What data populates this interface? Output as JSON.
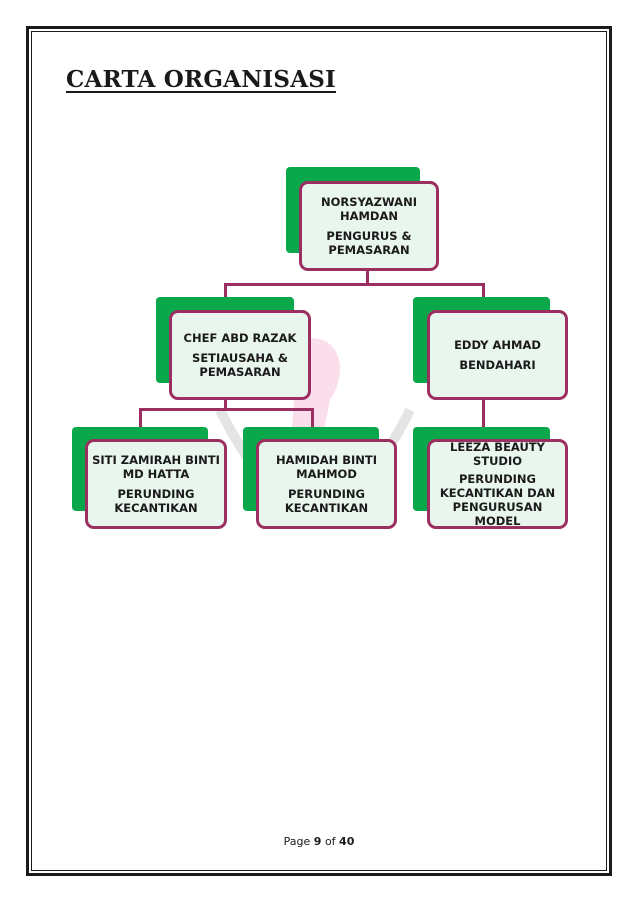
{
  "title": "CARTA ORGANISASI",
  "org_chart": {
    "root": {
      "name": "NORSYAZWANI\nHAMDAN",
      "role": "PENGURUS &\nPEMASARAN"
    },
    "level2": [
      {
        "name": "CHEF ABD RAZAK",
        "role": "SETIAUSAHA &\nPEMASARAN"
      },
      {
        "name": "EDDY AHMAD",
        "role": "BENDAHARI"
      }
    ],
    "level3": [
      {
        "name": "SITI ZAMIRAH BINTI\nMD HATTA",
        "role": "PERUNDING\nKECANTIKAN"
      },
      {
        "name": "HAMIDAH BINTI\nMAHMOD",
        "role": "PERUNDING\nKECANTIKAN"
      },
      {
        "name": "LEEZA  BEAUTY\nSTUDIO",
        "role": "PERUNDING\nKECANTIKAN DAN\nPENGURUSAN MODEL"
      }
    ]
  },
  "footer": {
    "prefix": "Page",
    "page": "9",
    "separator": "of",
    "total": "40"
  },
  "colors": {
    "card_border": "#9c2f61",
    "card_shadow": "#0aa84a",
    "card_fill": "#e9f6ee",
    "connector": "#9c2f61"
  }
}
